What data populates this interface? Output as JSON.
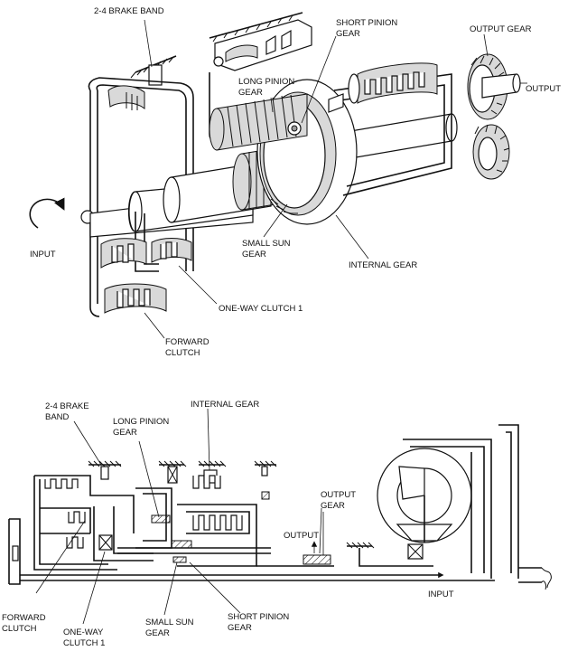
{
  "top_labels": {
    "brake_band": "2-4 BRAKE BAND",
    "short_pinion": [
      "SHORT PINION",
      "GEAR"
    ],
    "output_gear": "OUTPUT GEAR",
    "long_pinion": [
      "LONG PINION",
      "GEAR"
    ],
    "output": "OUTPUT",
    "input": "INPUT",
    "small_sun": [
      "SMALL SUN",
      "GEAR"
    ],
    "internal_gear": "INTERNAL GEAR",
    "one_way_clutch": "ONE-WAY CLUTCH 1",
    "forward_clutch": [
      "FORWARD",
      "CLUTCH"
    ]
  },
  "bottom_labels": {
    "brake_band": [
      "2-4 BRAKE",
      "BAND"
    ],
    "internal_gear": "INTERNAL GEAR",
    "long_pinion": [
      "LONG PINION",
      "GEAR"
    ],
    "output_gear": [
      "OUTPUT",
      "GEAR"
    ],
    "output": "OUTPUT",
    "input": "INPUT",
    "forward_clutch": [
      "FORWARD",
      "CLUTCH"
    ],
    "one_way_clutch": [
      "ONE-WAY",
      "CLUTCH 1"
    ],
    "small_sun": [
      "SMALL SUN",
      "GEAR"
    ],
    "short_pinion": [
      "SHORT PINION",
      "GEAR"
    ]
  }
}
